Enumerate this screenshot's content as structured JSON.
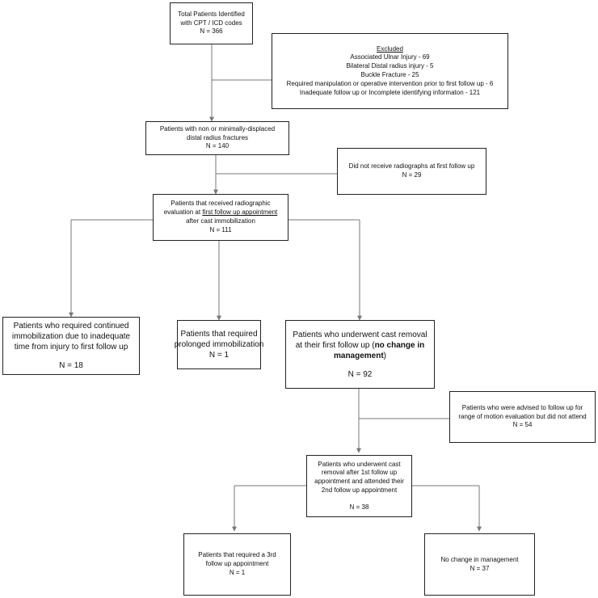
{
  "boxes": {
    "total": {
      "l1": "Total Patients Identified",
      "l2": "with CPT / ICD codes",
      "n": "N = 366"
    },
    "excluded": {
      "title": "Excluded",
      "items": [
        "Associated Ulnar Injury - 69",
        "Bilateral Distal radius injury - 5",
        "Buckle Fracture - 25",
        "Required manipulation or operative intervention prior to first follow up  - 6",
        "Inadequate follow up or Incomplete identifying informaton - 121"
      ]
    },
    "nondisplaced": {
      "l1": "Patients with non or minimally-displaced",
      "l2": "distal radius fractures",
      "n": "N = 140"
    },
    "no_radiographs": {
      "l1": "Did not receive radiographs at first follow up",
      "n": "N = 29"
    },
    "radiographic": {
      "l1": "Patients that received radiographic",
      "l2a": "evaluation at ",
      "l2b": "first follow up appointment",
      "l3": "after cast immobilization",
      "n": "N = 111"
    },
    "continued": {
      "l1": "Patients who required continued",
      "l2": "immobilization due to inadequate",
      "l3": "time from injury to first follow up",
      "n": "N = 18"
    },
    "prolonged": {
      "l1": "Patients that required",
      "l2": "prolonged immobilization",
      "n": "N = 1"
    },
    "cast_removal": {
      "l1": "Patients who underwent cast removal",
      "l2a": "at their first follow up (",
      "l2b": "no change in",
      "l3a": "management",
      "l3b": ")",
      "n": "N = 92"
    },
    "advised": {
      "l1": "Patients who were advised to follow up for",
      "l2": "range of motion evaluation but did not attend",
      "n": "N = 54"
    },
    "second_followup": {
      "l1": "Patients who underwent cast",
      "l2": "removal after 1st follow up",
      "l3": "appointment and attended their",
      "l4": "2nd follow up appointment",
      "n": "N = 38"
    },
    "third": {
      "l1": "Patients that required a 3rd",
      "l2": "follow up appointment",
      "n": "N = 1"
    },
    "no_change": {
      "l1": "No change in management",
      "n": "N = 37"
    }
  }
}
